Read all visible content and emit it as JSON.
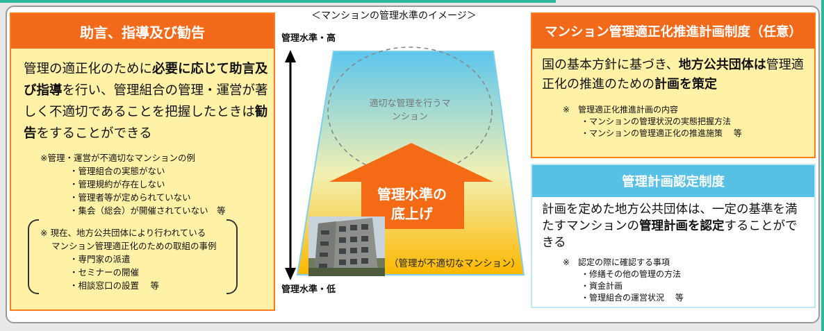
{
  "left_panel": {
    "title": "助言、指導及び勧告",
    "main_parts": [
      {
        "t": "管理の適正化のために",
        "b": false
      },
      {
        "t": "必要に応じて助言及び指導",
        "b": true
      },
      {
        "t": "を行い、管理組合の管理・運営が著しく不適切であることを把握したときは",
        "b": false
      },
      {
        "t": "勧告",
        "b": true
      },
      {
        "t": "をすることができる",
        "b": false
      }
    ],
    "examples_heading": "※管理・運営が不適切なマンションの例",
    "examples": [
      "・管理組合の実態がない",
      "・管理規約が存在しない",
      "・管理者等が定められていない",
      "・集会（総会）が開催されていない　等"
    ],
    "cases_heading_1": "※ 現在、地方公共団体により行われている",
    "cases_heading_2": "マンション管理適正化のための取組の事例",
    "cases": [
      "・専門家の派遣",
      "・セミナーの開催",
      "・相談窓口の設置　 等"
    ]
  },
  "center": {
    "caption": "＜マンションの管理水準のイメージ＞",
    "level_high": "管理水準・高",
    "level_low": "管理水準・低",
    "well_managed": "適切な管理を行うマンション",
    "raise_label_1": "管理水準の",
    "raise_label_2": "底上げ",
    "poorly_managed": "（管理が不適切なマンション）",
    "colors": {
      "top": "#5cc6ee",
      "mid": "#f3f0b2",
      "bottom": "#fcb800",
      "arrow": "#f46a15"
    }
  },
  "right_top": {
    "title": "マンション管理適正化推進計画制度（任意）",
    "main_parts": [
      {
        "t": "国の基本方針に基づき、",
        "b": false
      },
      {
        "t": "地方公共団体は",
        "b": true
      },
      {
        "t": "管理適正化の推進のための",
        "b": false
      },
      {
        "t": "計画を策定",
        "b": true
      }
    ],
    "notes_heading": "※　管理適正化推進計画の内容",
    "notes": [
      "・マンションの管理状況の実態把握方法",
      "・マンションの管理適正化の推進施策　 等"
    ]
  },
  "right_bottom": {
    "title": "管理計画認定制度",
    "main_parts": [
      {
        "t": "計画を定めた地方公共団体は、一定の基準を満たすマンションの",
        "b": false
      },
      {
        "t": "管理計画を認定",
        "b": true
      },
      {
        "t": "することができる",
        "b": false
      }
    ],
    "notes_heading": "※　認定の際に確認する事項",
    "notes": [
      "・修繕その他の管理の方法",
      "・資金計画",
      "・管理組合の運営状況　 等"
    ]
  }
}
